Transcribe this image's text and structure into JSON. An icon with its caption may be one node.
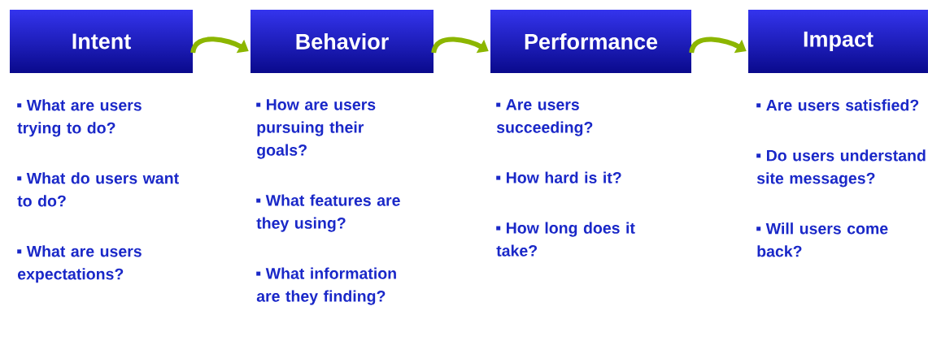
{
  "diagram": {
    "nodes": [
      {
        "text": [
          "Intent"
        ],
        "beside": [
          "What are users trying to do?",
          "What do users want to do?",
          "What are users expectations?"
        ]
      },
      {
        "text": [
          "Behavior"
        ],
        "beside": [
          "How are users pursuing their goals?",
          "What features are they using?",
          "What information are they finding?"
        ]
      },
      {
        "text": [
          "Performance"
        ],
        "beside": [
          "Are users succeeding?",
          "How hard is it?",
          "How long does it take?"
        ]
      },
      {
        "text": [
          "Impact"
        ],
        "beside": [
          "Are users satisfied?",
          "Do users understand site messages?",
          "Will users come back?"
        ]
      }
    ],
    "edges": [
      {
        "from": 0,
        "to": 1,
        "arrow": "to"
      },
      {
        "from": 1,
        "to": 2,
        "arrow": "to"
      },
      {
        "from": 2,
        "to": 3,
        "arrow": "to"
      }
    ]
  }
}
